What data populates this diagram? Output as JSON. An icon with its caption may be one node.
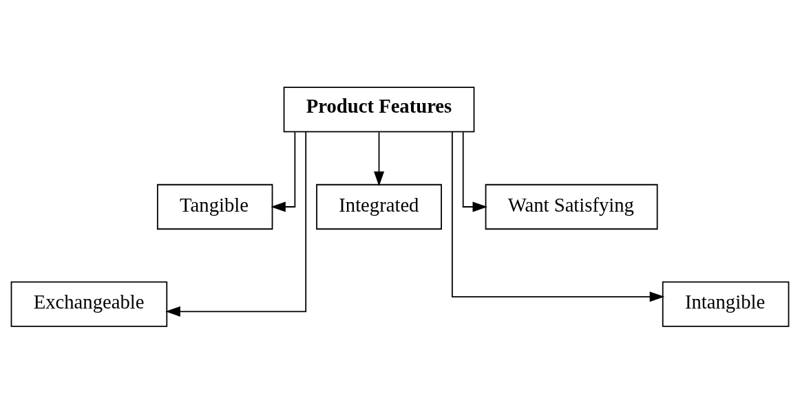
{
  "diagram": {
    "nodes": [
      {
        "text": [
          "Product Features"
        ]
      },
      {
        "text": [
          "Tangible"
        ]
      },
      {
        "text": [
          "Integrated"
        ]
      },
      {
        "text": [
          "Want Satisfying"
        ]
      },
      {
        "text": [
          "Exchangeable"
        ]
      },
      {
        "text": [
          "Intangible"
        ]
      }
    ],
    "edges": [
      {
        "from": 0,
        "to": 4,
        "arrow": "to"
      },
      {
        "from": 0,
        "to": 1,
        "arrow": "to"
      },
      {
        "from": 0,
        "to": 2,
        "arrow": "to"
      },
      {
        "from": 0,
        "to": 3,
        "arrow": "to"
      },
      {
        "from": 0,
        "to": 5,
        "arrow": "to"
      }
    ]
  }
}
